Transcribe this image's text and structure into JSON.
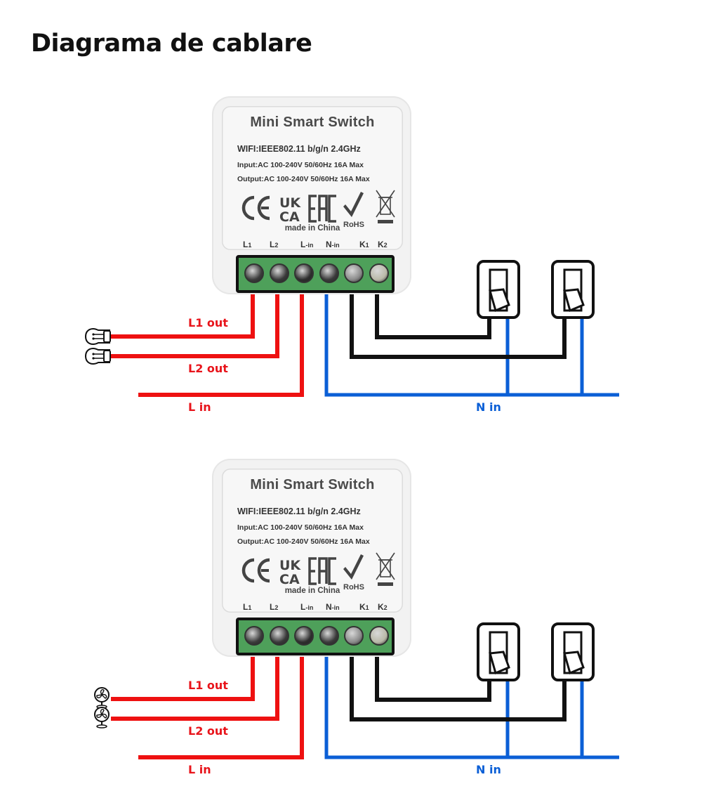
{
  "page": {
    "title": "Diagrama de cablare"
  },
  "colors": {
    "live": "#ee1111",
    "neutral": "#0b5fd6",
    "switch_wire": "#111111",
    "terminal_green": "#4ea05a"
  },
  "device": {
    "title": "Mini Smart Switch",
    "wifi": "WIFI:IEEE802.11 b/g/n 2.4GHz",
    "input": "Input:AC 100-240V 50/60Hz 16A Max",
    "output": "Output:AC 100-240V 50/60Hz 16A Max",
    "certifications": [
      "CE",
      "UKCA",
      "EAC",
      "RoHS",
      "WEEE"
    ],
    "made_in": "made in China",
    "terminals": [
      {
        "main": "L",
        "sub": "1"
      },
      {
        "main": "L",
        "sub": "2"
      },
      {
        "main": "L",
        "sub": "-in"
      },
      {
        "main": "N",
        "sub": "-in"
      },
      {
        "main": "K",
        "sub": "1"
      },
      {
        "main": "K",
        "sub": "2"
      }
    ]
  },
  "diagrams": [
    {
      "load_type": "light-bulb",
      "labels": {
        "l1_out": "L1 out",
        "l2_out": "L2 out",
        "l_in": "L in",
        "n_in": "N in"
      }
    },
    {
      "load_type": "fan",
      "labels": {
        "l1_out": "L1 out",
        "l2_out": "L2 out",
        "l_in": "L in",
        "n_in": "N in"
      }
    }
  ]
}
